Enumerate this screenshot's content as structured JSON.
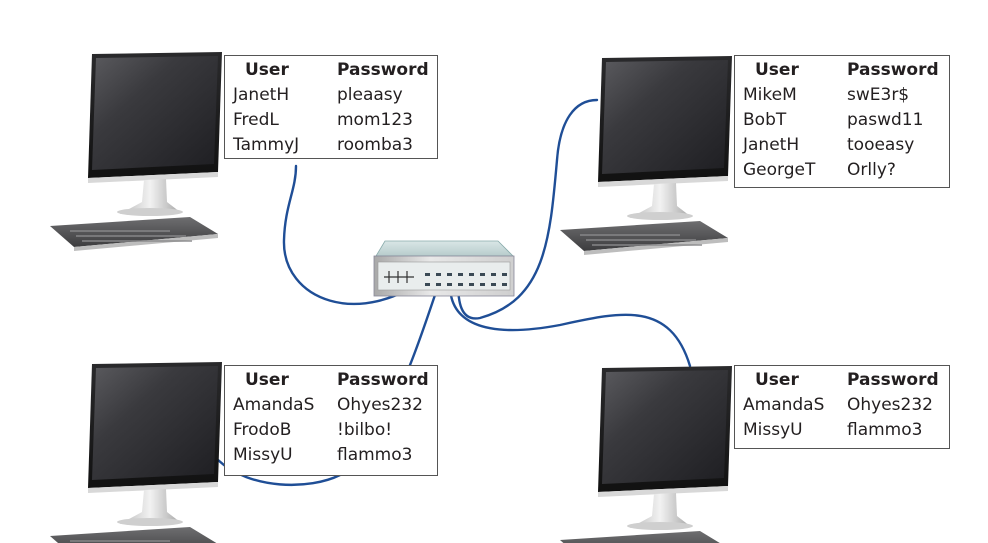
{
  "headers": {
    "user": "User",
    "password": "Password"
  },
  "computers": [
    {
      "id": "top-left",
      "accounts": [
        {
          "user": "JanetH",
          "password": "pleaasy"
        },
        {
          "user": "FredL",
          "password": "mom123"
        },
        {
          "user": "TammyJ",
          "password": "roomba3"
        }
      ]
    },
    {
      "id": "top-right",
      "accounts": [
        {
          "user": "MikeM",
          "password": "swE3r$"
        },
        {
          "user": "BobT",
          "password": "paswd11"
        },
        {
          "user": "JanetH",
          "password": "tooeasy"
        },
        {
          "user": "GeorgeT",
          "password": "Orlly?"
        }
      ]
    },
    {
      "id": "bottom-left",
      "accounts": [
        {
          "user": "AmandaS",
          "password": "Ohyes232"
        },
        {
          "user": "FrodoB",
          "password": "!bilbo!"
        },
        {
          "user": "MissyU",
          "password": "flammo3"
        }
      ]
    },
    {
      "id": "bottom-right",
      "accounts": [
        {
          "user": "AmandaS",
          "password": "Ohyes232"
        },
        {
          "user": "MissyU",
          "password": "flammo3"
        }
      ]
    }
  ],
  "colors": {
    "cable": "#1f4e96",
    "border": "#555555",
    "text": "#231f20"
  }
}
